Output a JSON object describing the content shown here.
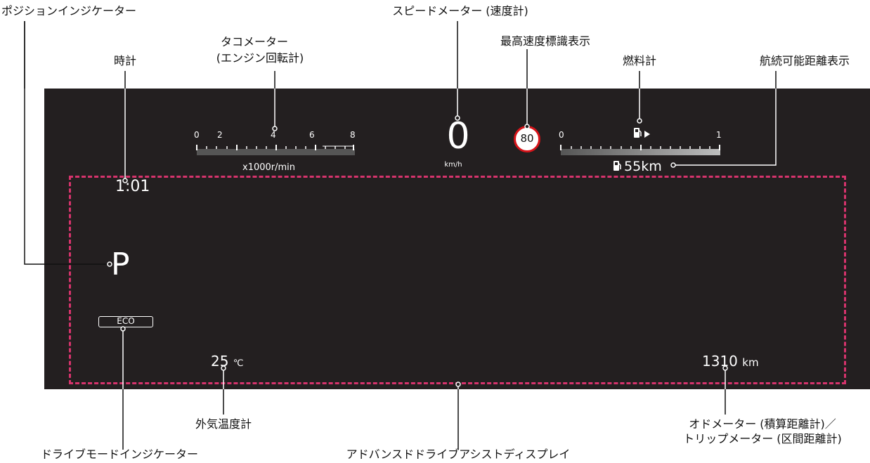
{
  "labels": {
    "position_indicator": "ポジションインジケーター",
    "clock": "時計",
    "tachometer_line1": "タコメーター",
    "tachometer_line2": "(エンジン回転計)",
    "speedometer": "スピードメーター (速度計)",
    "speed_sign": "最高速度標識表示",
    "fuel_gauge": "燃料計",
    "range_display": "航続可能距離表示",
    "outside_temp": "外気温度計",
    "odometer_line1": "オドメーター (積算距離計)／",
    "odometer_line2": "トリップメーター (区間距離計)",
    "drive_mode": "ドライブモードインジケーター",
    "adas_display": "アドバンスドドライブアシストディスプレイ"
  },
  "display": {
    "clock": "1:01",
    "tach_ticks": [
      "0",
      "2",
      "4",
      "6",
      "8"
    ],
    "tach_unit": "x1000r/min",
    "speed": "0",
    "speed_unit": "km/h",
    "speed_limit": "80",
    "fuel_ticks": [
      "0",
      "1"
    ],
    "range_value": "55",
    "range_unit": "km",
    "gear": "P",
    "drive_mode": "ECO",
    "temp_value": "25",
    "temp_unit": "℃",
    "odometer_value": "1310",
    "odometer_unit": "km"
  },
  "colors": {
    "panel": "#231f20",
    "adas_border": "#d6336c",
    "speed_sign_ring": "#d7141a"
  },
  "icons": [
    "fuel-pump-icon",
    "fuel-arrow-icon",
    "range-fuel-icon"
  ]
}
